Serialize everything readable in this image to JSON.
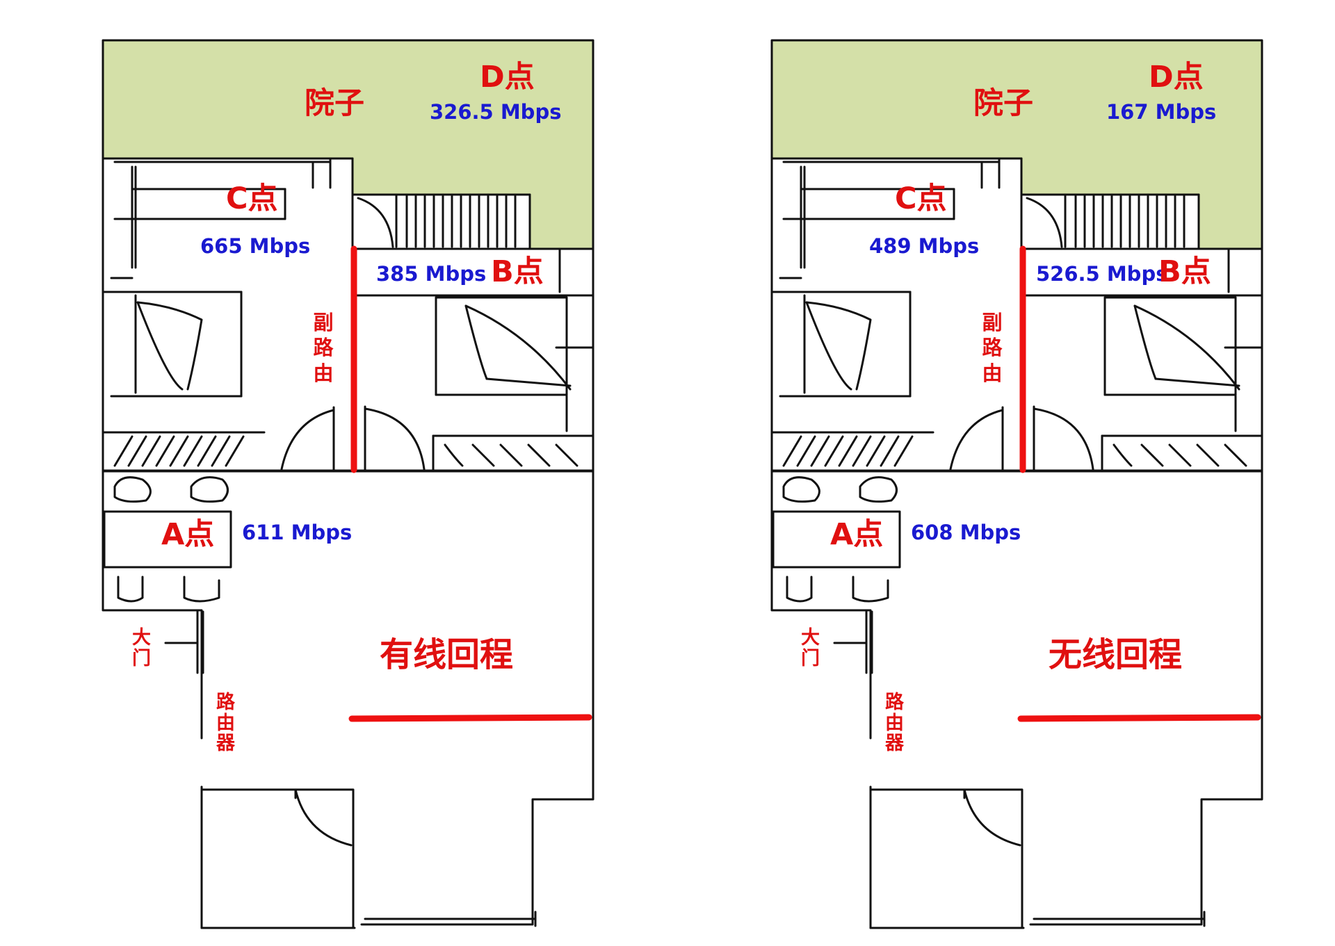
{
  "floor_plans": [
    {
      "title": "有线回程",
      "yard_label": "院子",
      "sub_router_label": "副路由",
      "main_router_label": "路由器",
      "front_door_label": "大门",
      "points": [
        {
          "name": "A点",
          "speed": "611 Mbps"
        },
        {
          "name": "B点",
          "speed": "385 Mbps"
        },
        {
          "name": "C点",
          "speed": "665 Mbps"
        },
        {
          "name": "D点",
          "speed": "326.5 Mbps"
        }
      ]
    },
    {
      "title": "无线回程",
      "yard_label": "院子",
      "sub_router_label": "副路由",
      "main_router_label": "路由器",
      "front_door_label": "大门",
      "points": [
        {
          "name": "A点",
          "speed": "608 Mbps"
        },
        {
          "name": "B点",
          "speed": "526.5 Mbps"
        },
        {
          "name": "C点",
          "speed": "489 Mbps"
        },
        {
          "name": "D点",
          "speed": "167 Mbps"
        }
      ]
    }
  ],
  "colors": {
    "yard_fill": "#d4e0a8",
    "label_red": "#e01010",
    "speed_blue": "#1a1ad0",
    "wall": "#111111",
    "router_line": "#ee1111"
  }
}
